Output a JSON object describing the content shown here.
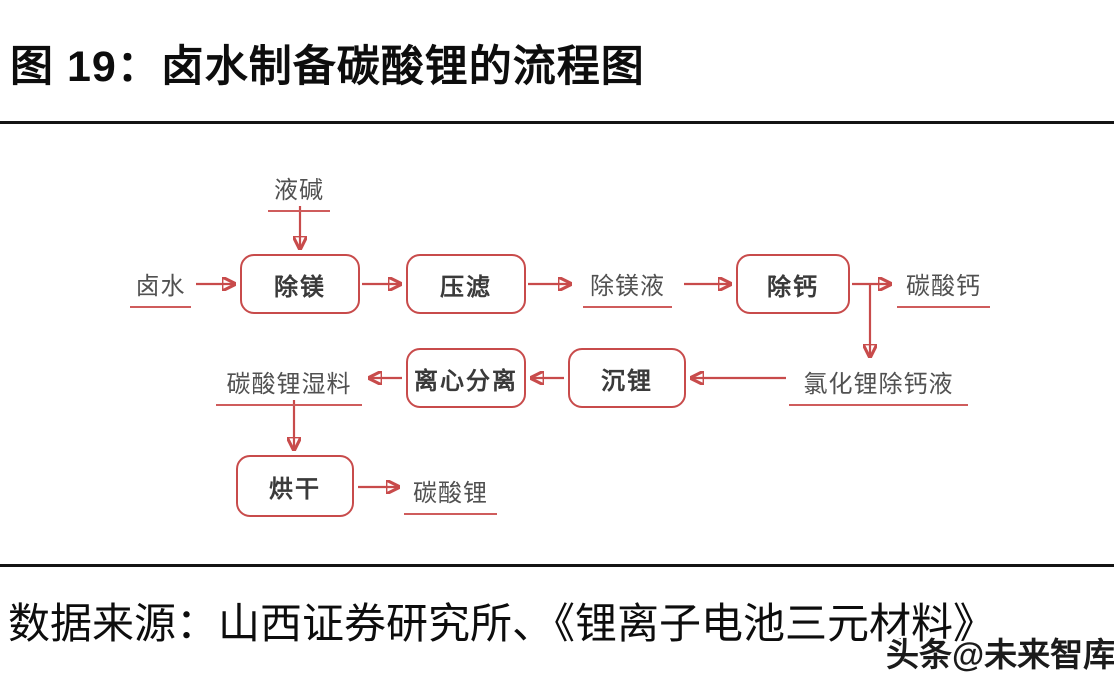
{
  "figure": {
    "title": "图 19：卤水制备碳酸锂的流程图",
    "source": "数据来源：山西证券研究所、《锂离子电池三元材料》",
    "watermark": "头条@未来智库"
  },
  "flowchart": {
    "boxes": [
      {
        "id": "remove-magnesium",
        "label": "除镁"
      },
      {
        "id": "pressure-filter",
        "label": "压滤"
      },
      {
        "id": "remove-calcium",
        "label": "除钙"
      },
      {
        "id": "precipitate-lithium",
        "label": "沉锂"
      },
      {
        "id": "centrifugal-separation",
        "label": "离心分离"
      },
      {
        "id": "drying",
        "label": "烘干"
      }
    ],
    "io_labels": [
      {
        "id": "liquid-alkali",
        "label": "液碱"
      },
      {
        "id": "brine",
        "label": "卤水"
      },
      {
        "id": "demagnesium-liquid",
        "label": "除镁液"
      },
      {
        "id": "calcium-carbonate",
        "label": "碳酸钙"
      },
      {
        "id": "licl-decalcium-liquid",
        "label": "氯化锂除钙液"
      },
      {
        "id": "wet-lithium-carbonate",
        "label": "碳酸锂湿料"
      },
      {
        "id": "lithium-carbonate",
        "label": "碳酸锂"
      }
    ],
    "edges": [
      "液碱 → 除镁",
      "卤水 → 除镁",
      "除镁 → 压滤",
      "压滤 → 除镁液",
      "除镁液 → 除钙",
      "除钙 → 碳酸钙",
      "除钙 → 氯化锂除钙液",
      "氯化锂除钙液 → 沉锂",
      "沉锂 → 离心分离",
      "离心分离 → 碳酸锂湿料",
      "碳酸锂湿料 → 烘干",
      "烘干 → 碳酸锂"
    ],
    "colors": {
      "box_border": "#c84b4b",
      "underline": "#cf5c5c",
      "arrow": "#c84b4b",
      "box_text": "#3a3a3a",
      "label_text": "#515151",
      "heading_text": "#0d0d0d"
    }
  }
}
